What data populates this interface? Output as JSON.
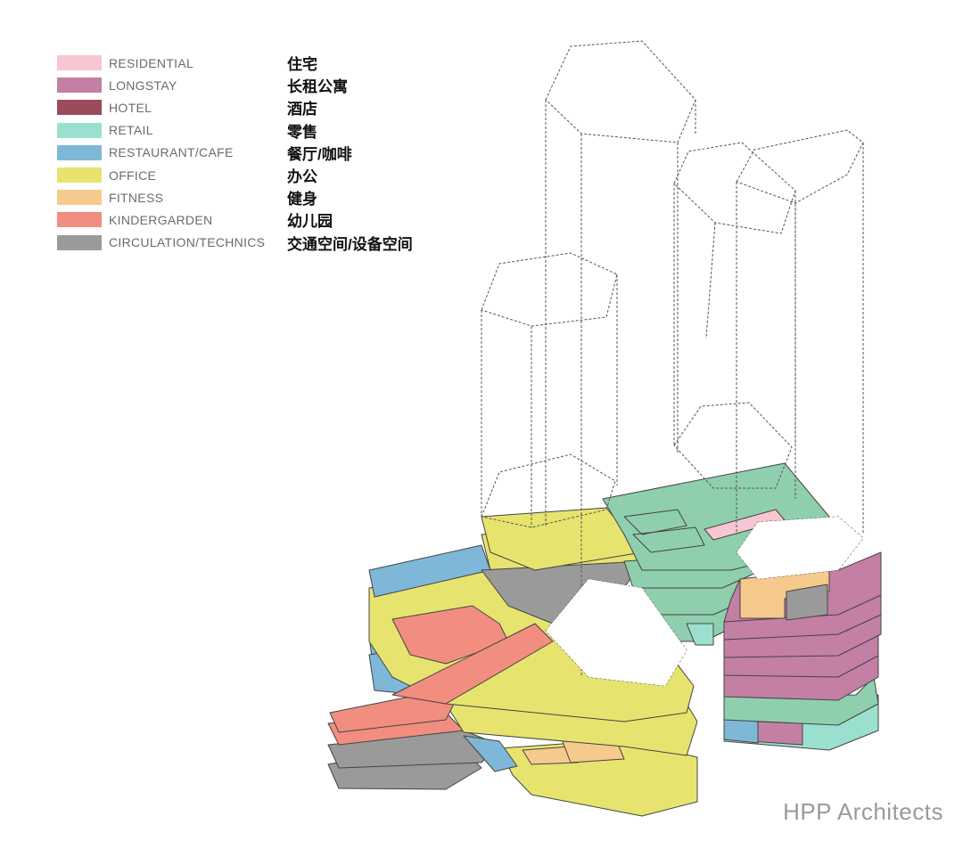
{
  "legend": [
    {
      "en": "RESIDENTIAL",
      "zh": "住宅",
      "color": "#f7c6d3"
    },
    {
      "en": "LONGSTAY",
      "zh": "长租公寓",
      "color": "#c47fa5"
    },
    {
      "en": "HOTEL",
      "zh": "酒店",
      "color": "#9c4a5c"
    },
    {
      "en": "RETAIL",
      "zh": "零售",
      "color": "#9be0cf"
    },
    {
      "en": "RESTAURANT/CAFE",
      "zh": "餐厅/咖啡",
      "color": "#7fb7d8"
    },
    {
      "en": "OFFICE",
      "zh": "办公",
      "color": "#e6e46e"
    },
    {
      "en": "FITNESS",
      "zh": "健身",
      "color": "#f6c98d"
    },
    {
      "en": "KINDERGARDEN",
      "zh": "幼儿园",
      "color": "#f18e80"
    },
    {
      "en": "CIRCULATION/TECHNICS",
      "zh": "交通空间/设备空间",
      "color": "#9a9a9a"
    }
  ],
  "watermark": "HPP Architects",
  "colors": {
    "office": "#e6e46e",
    "retail_green": "#8fcfae",
    "longstay": "#c47fa5",
    "kinder": "#f18e80",
    "gray": "#9a9a9a",
    "blue": "#7fb7d8",
    "fitness": "#f6c98d",
    "residential": "#f7c6d3",
    "teal": "#9be0cf"
  }
}
